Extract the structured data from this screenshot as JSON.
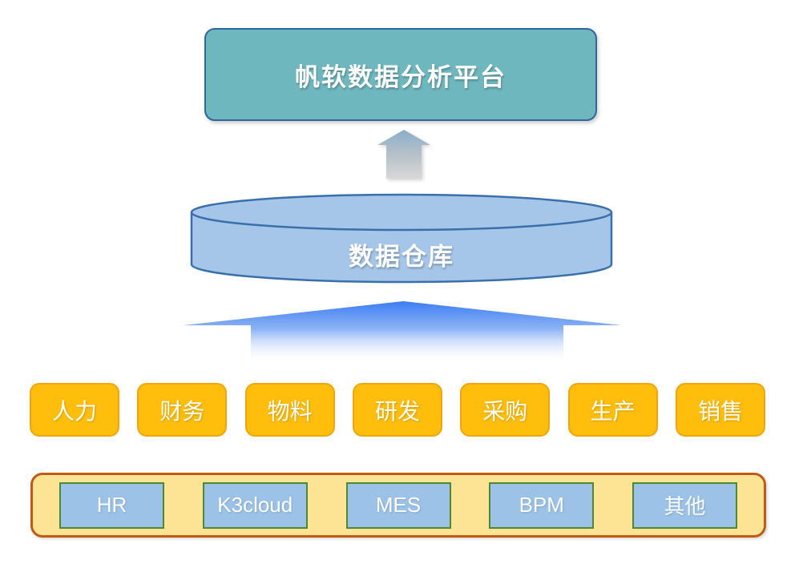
{
  "platform": {
    "label": "帆软数据分析平台"
  },
  "warehouse": {
    "label": "数据仓库"
  },
  "domains": [
    "人力",
    "财务",
    "物料",
    "研发",
    "采购",
    "生产",
    "销售"
  ],
  "systems": [
    "HR",
    "K3cloud",
    "MES",
    "BPM",
    "其他"
  ],
  "icons": {
    "small_arrow": "up-arrow",
    "wide_arrow": "up-arrow-wide"
  },
  "colors": {
    "platform_fill": "#6FB7BE",
    "platform_border": "#31669B",
    "warehouse_fill": "#A5C6E9",
    "warehouse_border": "#3A6FAC",
    "domain_fill": "#FFBE0B",
    "domain_border": "#F0A50E",
    "systems_container_fill": "#FDE394",
    "systems_container_border": "#C05B16",
    "system_fill": "#9CC3E7",
    "system_border": "#4F8834",
    "arrow_small_top": "#8BAEC9",
    "arrow_small_bottom": "#D8D8D8",
    "arrow_wide_top": "#3C7DF3"
  }
}
